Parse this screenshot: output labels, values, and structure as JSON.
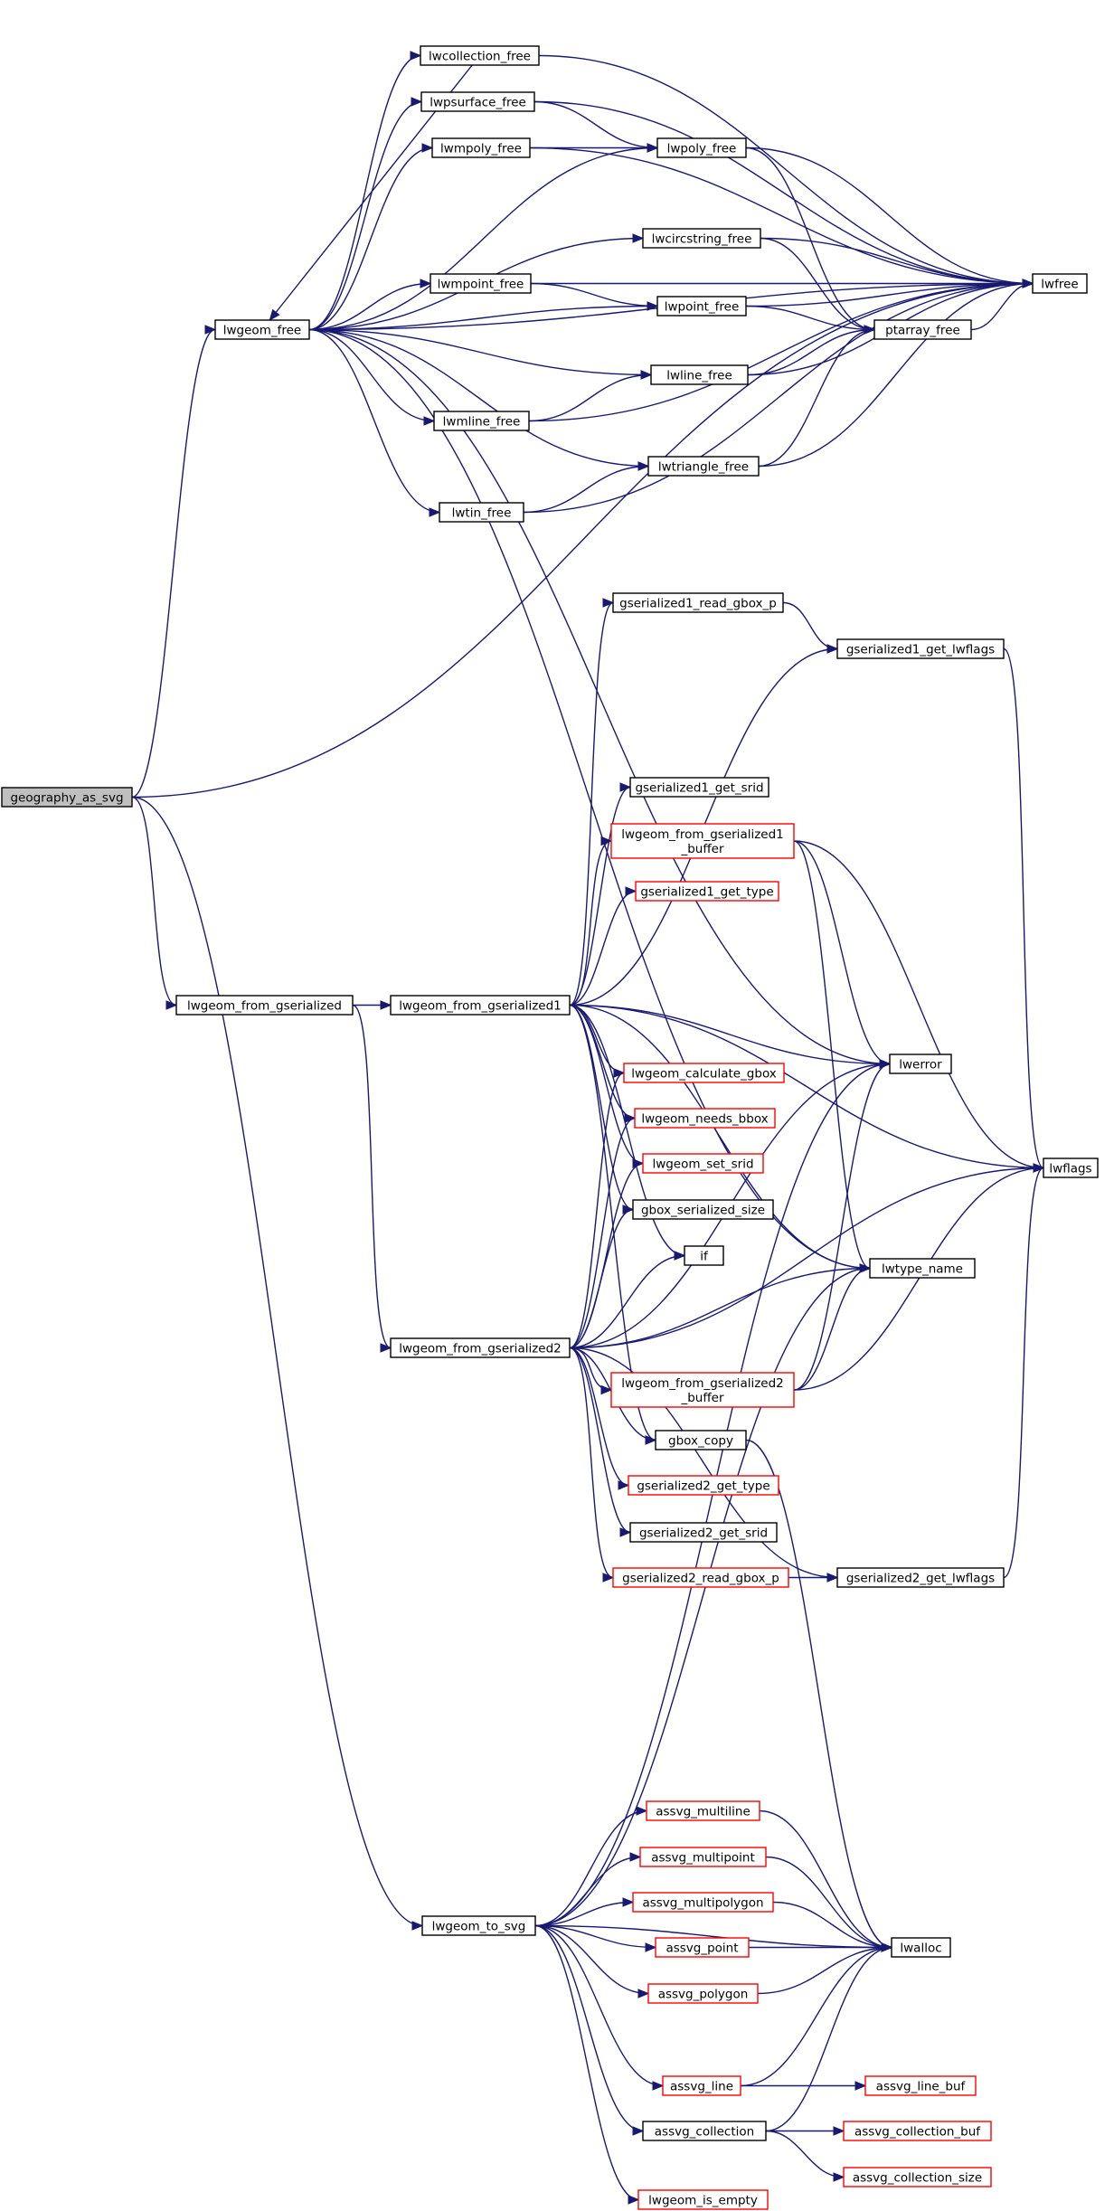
{
  "colors": {
    "edge": "#191970",
    "node_border": "#000000",
    "node_border_unresolved": "#ff0000",
    "root_fill": "#bfbfbf",
    "background": "#ffffff"
  },
  "nodes": [
    {
      "id": "geography_as_svg",
      "lines": [
        "geography_as_svg"
      ],
      "root": true
    },
    {
      "id": "lwgeom_free",
      "lines": [
        "lwgeom_free"
      ]
    },
    {
      "id": "lwcollection_free",
      "lines": [
        "lwcollection_free"
      ]
    },
    {
      "id": "lwpsurface_free",
      "lines": [
        "lwpsurface_free"
      ]
    },
    {
      "id": "lwmpoly_free",
      "lines": [
        "lwmpoly_free"
      ]
    },
    {
      "id": "lwpoly_free",
      "lines": [
        "lwpoly_free"
      ]
    },
    {
      "id": "lwcircstring_free",
      "lines": [
        "lwcircstring_free"
      ]
    },
    {
      "id": "lwmpoint_free",
      "lines": [
        "lwmpoint_free"
      ]
    },
    {
      "id": "lwpoint_free",
      "lines": [
        "lwpoint_free"
      ]
    },
    {
      "id": "lwfree",
      "lines": [
        "lwfree"
      ]
    },
    {
      "id": "ptarray_free",
      "lines": [
        "ptarray_free"
      ]
    },
    {
      "id": "lwline_free",
      "lines": [
        "lwline_free"
      ]
    },
    {
      "id": "lwmline_free",
      "lines": [
        "lwmline_free"
      ]
    },
    {
      "id": "lwtriangle_free",
      "lines": [
        "lwtriangle_free"
      ]
    },
    {
      "id": "lwtin_free",
      "lines": [
        "lwtin_free"
      ]
    },
    {
      "id": "gserialized1_read_gbox_p",
      "lines": [
        "gserialized1_read_gbox_p"
      ]
    },
    {
      "id": "gserialized1_get_lwflags",
      "lines": [
        "gserialized1_get_lwflags"
      ]
    },
    {
      "id": "gserialized1_get_srid",
      "lines": [
        "gserialized1_get_srid"
      ]
    },
    {
      "id": "lwgeom_from_gserialized1_buffer",
      "lines": [
        "lwgeom_from_gserialized1",
        "_buffer"
      ],
      "red": true
    },
    {
      "id": "gserialized1_get_type",
      "lines": [
        "gserialized1_get_type"
      ],
      "red": true
    },
    {
      "id": "lwgeom_from_gserialized",
      "lines": [
        "lwgeom_from_gserialized"
      ]
    },
    {
      "id": "lwgeom_from_gserialized1",
      "lines": [
        "lwgeom_from_gserialized1"
      ]
    },
    {
      "id": "lwerror",
      "lines": [
        "lwerror"
      ]
    },
    {
      "id": "lwflags",
      "lines": [
        "lwflags"
      ]
    },
    {
      "id": "lwgeom_calculate_gbox",
      "lines": [
        "lwgeom_calculate_gbox"
      ],
      "red": true
    },
    {
      "id": "lwgeom_needs_bbox",
      "lines": [
        "lwgeom_needs_bbox"
      ],
      "red": true
    },
    {
      "id": "lwgeom_set_srid",
      "lines": [
        "lwgeom_set_srid"
      ],
      "red": true
    },
    {
      "id": "gbox_serialized_size",
      "lines": [
        "gbox_serialized_size"
      ]
    },
    {
      "id": "if",
      "lines": [
        "if"
      ]
    },
    {
      "id": "lwtype_name",
      "lines": [
        "lwtype_name"
      ]
    },
    {
      "id": "lwgeom_from_gserialized2",
      "lines": [
        "lwgeom_from_gserialized2"
      ]
    },
    {
      "id": "lwgeom_from_gserialized2_buffer",
      "lines": [
        "lwgeom_from_gserialized2",
        "_buffer"
      ],
      "red": true
    },
    {
      "id": "gbox_copy",
      "lines": [
        "gbox_copy"
      ]
    },
    {
      "id": "gserialized2_get_type",
      "lines": [
        "gserialized2_get_type"
      ],
      "red": true
    },
    {
      "id": "gserialized2_get_srid",
      "lines": [
        "gserialized2_get_srid"
      ]
    },
    {
      "id": "gserialized2_read_gbox_p",
      "lines": [
        "gserialized2_read_gbox_p"
      ],
      "red": true
    },
    {
      "id": "gserialized2_get_lwflags",
      "lines": [
        "gserialized2_get_lwflags"
      ]
    },
    {
      "id": "assvg_multiline",
      "lines": [
        "assvg_multiline"
      ],
      "red": true
    },
    {
      "id": "assvg_multipoint",
      "lines": [
        "assvg_multipoint"
      ],
      "red": true
    },
    {
      "id": "assvg_multipolygon",
      "lines": [
        "assvg_multipolygon"
      ],
      "red": true
    },
    {
      "id": "lwgeom_to_svg",
      "lines": [
        "lwgeom_to_svg"
      ]
    },
    {
      "id": "assvg_point",
      "lines": [
        "assvg_point"
      ],
      "red": true
    },
    {
      "id": "lwalloc",
      "lines": [
        "lwalloc"
      ]
    },
    {
      "id": "assvg_polygon",
      "lines": [
        "assvg_polygon"
      ],
      "red": true
    },
    {
      "id": "assvg_line",
      "lines": [
        "assvg_line"
      ],
      "red": true
    },
    {
      "id": "assvg_line_buf",
      "lines": [
        "assvg_line_buf"
      ],
      "red": true
    },
    {
      "id": "assvg_collection",
      "lines": [
        "assvg_collection"
      ]
    },
    {
      "id": "assvg_collection_buf",
      "lines": [
        "assvg_collection_buf"
      ],
      "red": true
    },
    {
      "id": "assvg_collection_size",
      "lines": [
        "assvg_collection_size"
      ],
      "red": true
    },
    {
      "id": "lwgeom_is_empty",
      "lines": [
        "lwgeom_is_empty"
      ],
      "red": true
    }
  ],
  "edges": [
    [
      "geography_as_svg",
      "lwgeom_free"
    ],
    [
      "geography_as_svg",
      "lwfree"
    ],
    [
      "geography_as_svg",
      "lwgeom_from_gserialized"
    ],
    [
      "geography_as_svg",
      "lwgeom_to_svg"
    ],
    [
      "lwgeom_free",
      "lwcollection_free"
    ],
    [
      "lwgeom_free",
      "lwpsurface_free"
    ],
    [
      "lwgeom_free",
      "lwmpoly_free"
    ],
    [
      "lwgeom_free",
      "lwpoly_free"
    ],
    [
      "lwgeom_free",
      "lwcircstring_free"
    ],
    [
      "lwgeom_free",
      "lwmpoint_free"
    ],
    [
      "lwgeom_free",
      "lwpoint_free"
    ],
    [
      "lwgeom_free",
      "lwfree"
    ],
    [
      "lwgeom_free",
      "lwline_free"
    ],
    [
      "lwgeom_free",
      "lwmline_free"
    ],
    [
      "lwgeom_free",
      "lwtriangle_free"
    ],
    [
      "lwgeom_free",
      "lwtin_free"
    ],
    [
      "lwgeom_free",
      "lwerror"
    ],
    [
      "lwgeom_free",
      "lwtype_name"
    ],
    [
      "lwcollection_free",
      "lwgeom_free"
    ],
    [
      "lwcollection_free",
      "lwfree"
    ],
    [
      "lwpsurface_free",
      "lwfree"
    ],
    [
      "lwpsurface_free",
      "lwpoly_free"
    ],
    [
      "lwmpoly_free",
      "lwpoly_free"
    ],
    [
      "lwmpoly_free",
      "lwfree"
    ],
    [
      "lwpoly_free",
      "lwfree"
    ],
    [
      "lwpoly_free",
      "ptarray_free"
    ],
    [
      "lwcircstring_free",
      "lwfree"
    ],
    [
      "lwcircstring_free",
      "ptarray_free"
    ],
    [
      "lwmpoint_free",
      "lwpoint_free"
    ],
    [
      "lwmpoint_free",
      "lwfree"
    ],
    [
      "lwpoint_free",
      "lwfree"
    ],
    [
      "lwpoint_free",
      "ptarray_free"
    ],
    [
      "ptarray_free",
      "lwfree"
    ],
    [
      "lwline_free",
      "lwfree"
    ],
    [
      "lwline_free",
      "ptarray_free"
    ],
    [
      "lwmline_free",
      "lwline_free"
    ],
    [
      "lwmline_free",
      "lwfree"
    ],
    [
      "lwtriangle_free",
      "lwfree"
    ],
    [
      "lwtriangle_free",
      "ptarray_free"
    ],
    [
      "lwtin_free",
      "lwtriangle_free"
    ],
    [
      "lwtin_free",
      "lwfree"
    ],
    [
      "gserialized1_read_gbox_p",
      "gserialized1_get_lwflags"
    ],
    [
      "gserialized1_get_lwflags",
      "lwflags"
    ],
    [
      "lwgeom_from_gserialized1_buffer",
      "lwflags"
    ],
    [
      "lwgeom_from_gserialized1_buffer",
      "lwerror"
    ],
    [
      "lwgeom_from_gserialized1_buffer",
      "lwtype_name"
    ],
    [
      "lwgeom_from_gserialized",
      "lwgeom_from_gserialized1"
    ],
    [
      "lwgeom_from_gserialized",
      "lwgeom_from_gserialized2"
    ],
    [
      "lwgeom_from_gserialized1",
      "gserialized1_read_gbox_p"
    ],
    [
      "lwgeom_from_gserialized1",
      "gserialized1_get_lwflags"
    ],
    [
      "lwgeom_from_gserialized1",
      "gserialized1_get_srid"
    ],
    [
      "lwgeom_from_gserialized1",
      "lwgeom_from_gserialized1_buffer"
    ],
    [
      "lwgeom_from_gserialized1",
      "gserialized1_get_type"
    ],
    [
      "lwgeom_from_gserialized1",
      "lwerror"
    ],
    [
      "lwgeom_from_gserialized1",
      "lwflags"
    ],
    [
      "lwgeom_from_gserialized1",
      "lwgeom_calculate_gbox"
    ],
    [
      "lwgeom_from_gserialized1",
      "lwgeom_needs_bbox"
    ],
    [
      "lwgeom_from_gserialized1",
      "lwgeom_set_srid"
    ],
    [
      "lwgeom_from_gserialized1",
      "gbox_serialized_size"
    ],
    [
      "lwgeom_from_gserialized1",
      "if"
    ],
    [
      "lwgeom_from_gserialized1",
      "lwtype_name"
    ],
    [
      "lwgeom_from_gserialized1",
      "gbox_copy"
    ],
    [
      "lwgeom_from_gserialized2",
      "lwgeom_calculate_gbox"
    ],
    [
      "lwgeom_from_gserialized2",
      "lwgeom_needs_bbox"
    ],
    [
      "lwgeom_from_gserialized2",
      "lwgeom_set_srid"
    ],
    [
      "lwgeom_from_gserialized2",
      "gbox_serialized_size"
    ],
    [
      "lwgeom_from_gserialized2",
      "if"
    ],
    [
      "lwgeom_from_gserialized2",
      "lwerror"
    ],
    [
      "lwgeom_from_gserialized2",
      "lwtype_name"
    ],
    [
      "lwgeom_from_gserialized2",
      "lwgeom_from_gserialized2_buffer"
    ],
    [
      "lwgeom_from_gserialized2",
      "gbox_copy"
    ],
    [
      "lwgeom_from_gserialized2",
      "gserialized2_get_type"
    ],
    [
      "lwgeom_from_gserialized2",
      "gserialized2_get_srid"
    ],
    [
      "lwgeom_from_gserialized2",
      "gserialized2_read_gbox_p"
    ],
    [
      "lwgeom_from_gserialized2",
      "gserialized2_get_lwflags"
    ],
    [
      "lwgeom_from_gserialized2",
      "lwflags"
    ],
    [
      "lwgeom_from_gserialized2_buffer",
      "lwerror"
    ],
    [
      "lwgeom_from_gserialized2_buffer",
      "lwtype_name"
    ],
    [
      "lwgeom_from_gserialized2_buffer",
      "lwflags"
    ],
    [
      "gbox_copy",
      "lwalloc"
    ],
    [
      "gserialized2_read_gbox_p",
      "gserialized2_get_lwflags"
    ],
    [
      "gserialized2_get_lwflags",
      "lwflags"
    ],
    [
      "lwgeom_to_svg",
      "lwerror"
    ],
    [
      "lwgeom_to_svg",
      "lwtype_name"
    ],
    [
      "lwgeom_to_svg",
      "assvg_multiline"
    ],
    [
      "lwgeom_to_svg",
      "assvg_multipoint"
    ],
    [
      "lwgeom_to_svg",
      "assvg_multipolygon"
    ],
    [
      "lwgeom_to_svg",
      "assvg_point"
    ],
    [
      "lwgeom_to_svg",
      "assvg_polygon"
    ],
    [
      "lwgeom_to_svg",
      "lwalloc"
    ],
    [
      "lwgeom_to_svg",
      "assvg_line"
    ],
    [
      "lwgeom_to_svg",
      "assvg_collection"
    ],
    [
      "lwgeom_to_svg",
      "lwgeom_is_empty"
    ],
    [
      "assvg_multiline",
      "lwalloc"
    ],
    [
      "assvg_multipoint",
      "lwalloc"
    ],
    [
      "assvg_multipolygon",
      "lwalloc"
    ],
    [
      "assvg_point",
      "lwalloc"
    ],
    [
      "assvg_polygon",
      "lwalloc"
    ],
    [
      "assvg_line",
      "lwalloc"
    ],
    [
      "assvg_line",
      "assvg_line_buf"
    ],
    [
      "assvg_collection",
      "lwalloc"
    ],
    [
      "assvg_collection",
      "assvg_collection_buf"
    ],
    [
      "assvg_collection",
      "assvg_collection_size"
    ]
  ]
}
